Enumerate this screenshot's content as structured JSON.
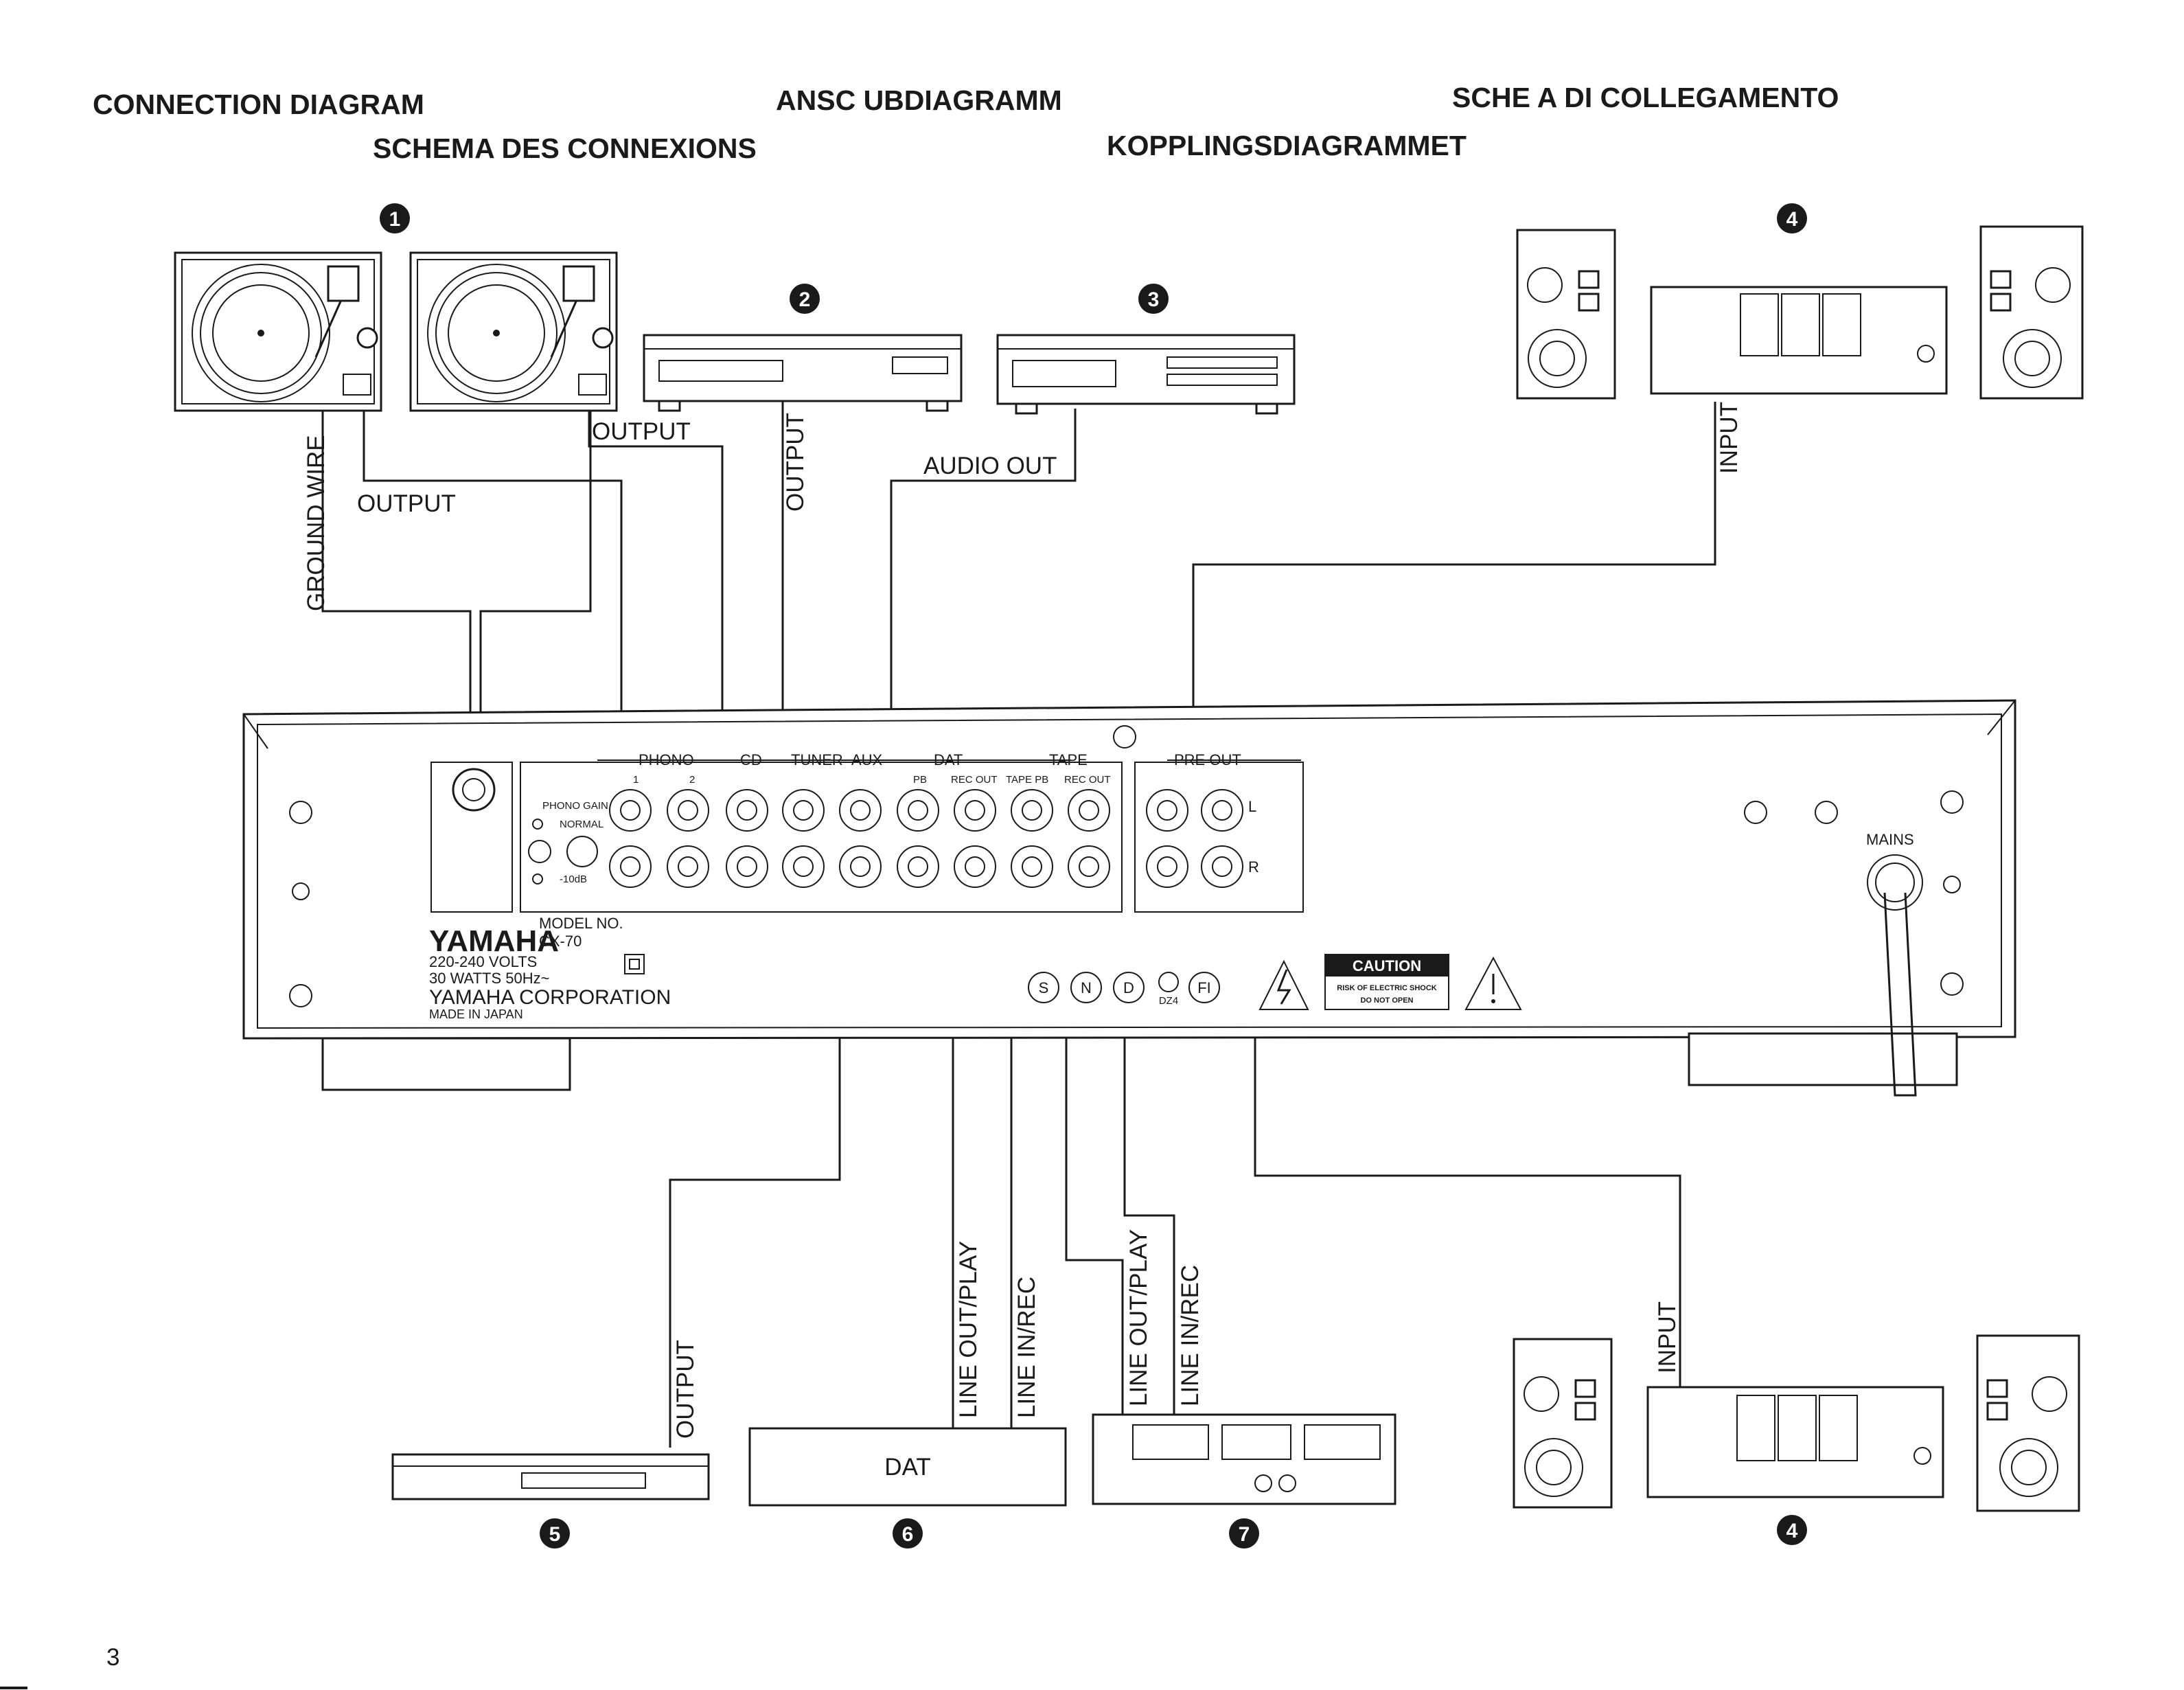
{
  "titles": {
    "en": "CONNECTION DIAGRAM",
    "de": "ANSC  UBDIAGRAMM",
    "it": "SCHE  A DI COLLEGAMENTO",
    "fr": "SCHEMA DES CONNEXIONS",
    "sv": "KOPPLINGSDIAGRAMMET"
  },
  "markers": {
    "turntables": "1",
    "cd": "2",
    "tuner": "3",
    "amp_top": "4",
    "amp_bottom": "4",
    "aux": "5",
    "dat": "6",
    "tape": "7"
  },
  "cable_labels": {
    "ground_wire": "GROUND WIRE",
    "turntable_output_1": "OUTPUT",
    "turntable_output_2": "OUTPUT",
    "cd_output": "OUTPUT",
    "tuner_audio_out": "AUDIO OUT",
    "amp_top_input": "INPUT",
    "amp_bottom_input": "INPUT",
    "aux_output": "OUTPUT",
    "dat_line_out": "LINE OUT/PLAY",
    "dat_line_in": "LINE IN/REC",
    "tape_line_out": "LINE OUT/PLAY",
    "tape_line_in": "LINE IN/REC"
  },
  "dat_box_label": "DAT",
  "panel": {
    "jack_groups": {
      "phono": "PHONO",
      "cd": "CD",
      "tuner": "TUNER",
      "aux": "AUX",
      "dat": "DAT",
      "tape": "TAPE",
      "pre_out": "PRE OUT"
    },
    "sub_labels": {
      "phono1": "1",
      "phono2": "2",
      "dat_pb": "PB",
      "dat_rec": "REC OUT",
      "tape_pb": "TAPE PB",
      "tape_rec": "REC OUT",
      "left": "L",
      "right": "R"
    },
    "phono_gain": "PHONO GAIN",
    "normal": "NORMAL",
    "minus10": "-10dB",
    "mains": "MAINS",
    "brand": "YAMAHA",
    "model_no": "MODEL NO.",
    "model": "CX-70",
    "volts": "220-240 VOLTS",
    "watts": "30 WATTS 50Hz~",
    "corp": "YAMAHA CORPORATION",
    "made": "MADE IN JAPAN",
    "caution": "CAUTION",
    "shock": "RISK OF ELECTRIC SHOCK",
    "open": "DO NOT OPEN",
    "cert": [
      "S",
      "N",
      "D",
      "FI"
    ],
    "cert_sub": "DZ4"
  },
  "page_number": "3"
}
